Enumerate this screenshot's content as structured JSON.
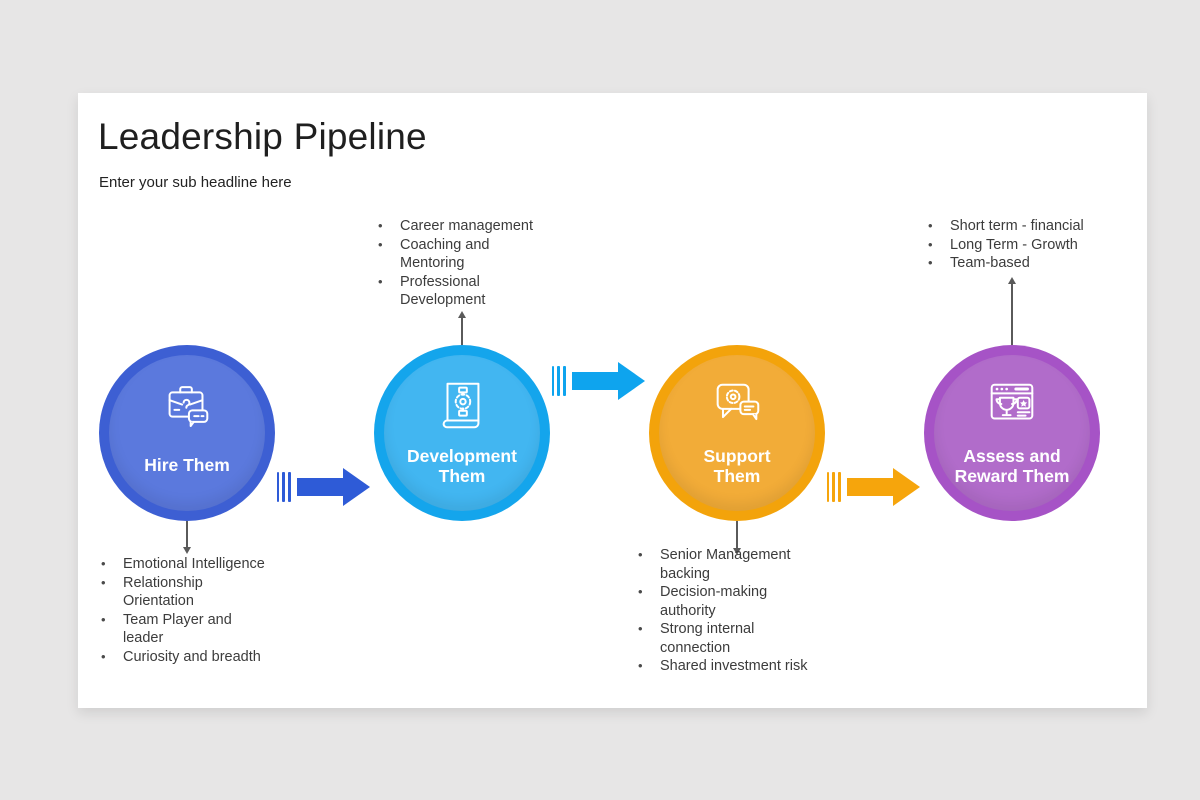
{
  "slide": {
    "title": "Leadership Pipeline",
    "subtitle": "Enter your sub headline here"
  },
  "stages": [
    {
      "label": "Hire Them",
      "icon": "briefcase-chat-icon",
      "ring_color": "#3d5fd3",
      "fill_color": "#5b79dd",
      "bullets_position": "below",
      "bullets": [
        "Emotional Intelligence",
        "Relationship\nOrientation",
        "Team Player and\nleader",
        "Curiosity and breadth"
      ]
    },
    {
      "label": "Development\nThem",
      "icon": "scroll-gear-icon",
      "ring_color": "#14a5ec",
      "fill_color": "#42b6f1",
      "bullets_position": "above",
      "bullets": [
        "Career management",
        "Coaching and\nMentoring",
        "Professional\nDevelopment"
      ]
    },
    {
      "label": "Support\nThem",
      "icon": "chat-gear-icon",
      "ring_color": "#f3a30b",
      "fill_color": "#f2ac38",
      "bullets_position": "below",
      "bullets": [
        "Senior Management\nbacking",
        "Decision-making\nauthority",
        "Strong internal\nconnection",
        "Shared investment risk"
      ]
    },
    {
      "label": "Assess and\nReward Them",
      "icon": "reward-screen-icon",
      "ring_color": "#a653c6",
      "fill_color": "#b16cca",
      "bullets_position": "above",
      "bullets": [
        "Short term - financial",
        "Long Term - Growth",
        "Team-based"
      ]
    }
  ],
  "colors": {
    "background": "#e7e6e6",
    "card": "#ffffff",
    "arrow_1": "#2e5bd7",
    "arrow_2": "#0ea4ee",
    "arrow_3": "#f6a50c",
    "connector_line": "#5a5a5a",
    "body_text": "#3c3c3c",
    "title_text": "#1f1f1f"
  }
}
